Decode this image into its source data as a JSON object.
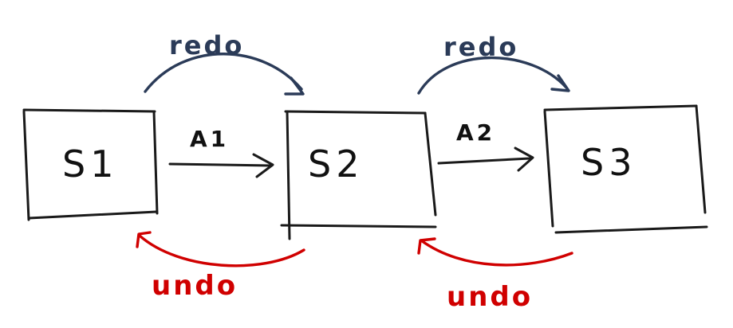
{
  "states": [
    {
      "label": "S1"
    },
    {
      "label": "S2"
    },
    {
      "label": "S3"
    }
  ],
  "actions": [
    {
      "label": "A1"
    },
    {
      "label": "A2"
    }
  ],
  "redo": [
    {
      "label": "redo"
    },
    {
      "label": "redo"
    }
  ],
  "undo": [
    {
      "label": "undo"
    },
    {
      "label": "undo"
    }
  ],
  "colors": {
    "ink": "#1a1a1a",
    "redo": "#2b3b58",
    "undo": "#d00000"
  }
}
